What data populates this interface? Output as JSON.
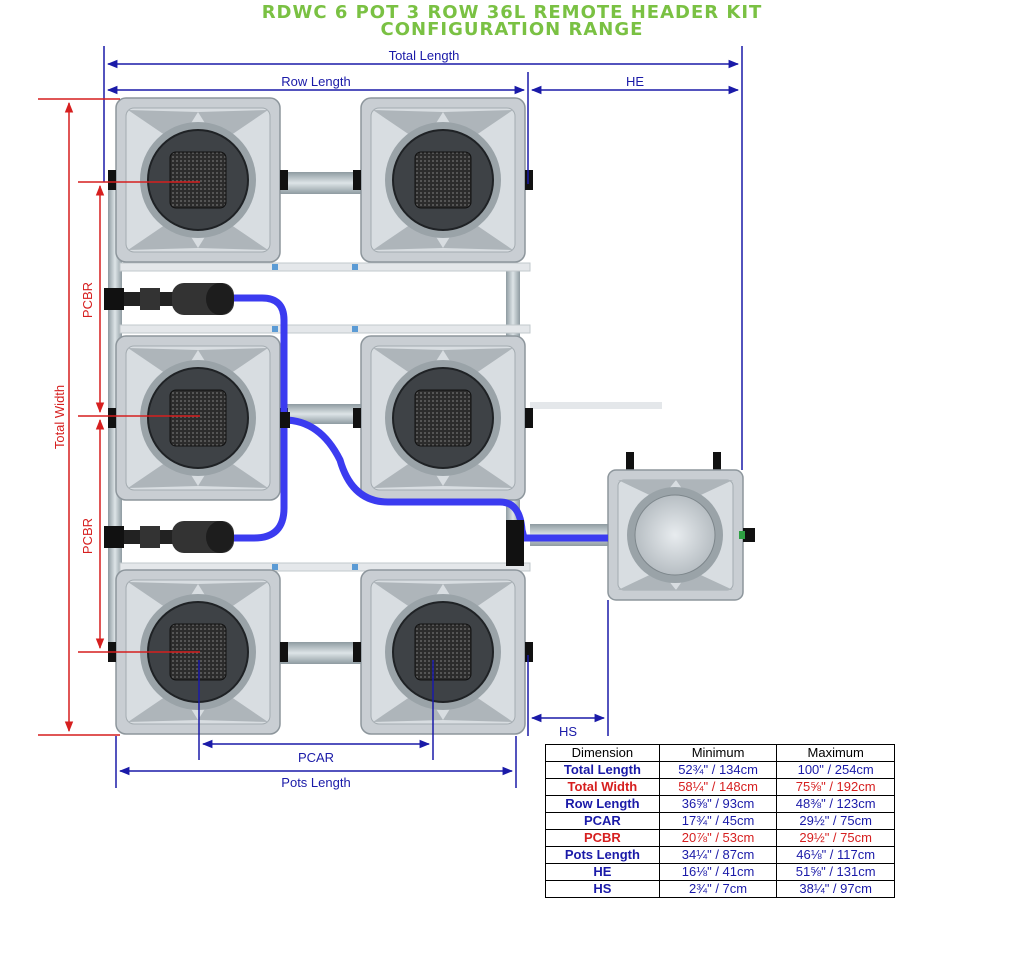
{
  "title": {
    "line1": "RDWC 6 POT 3 ROW 36L REMOTE HEADER KIT",
    "line2": "CONFIGURATION RANGE"
  },
  "labels": {
    "total_length": "Total Length",
    "row_length": "Row Length",
    "he": "HE",
    "total_width": "Total Width",
    "pcbr_top": "PCBR",
    "pcbr_bottom": "PCBR",
    "hs": "HS",
    "pcar": "PCAR",
    "pots_length": "Pots Length"
  },
  "colors": {
    "title": "#7ac143",
    "dimension_blue": "#1a1aa8",
    "dimension_red": "#d61f1f",
    "hose_blue": "#3b3bf0",
    "pot_grey": "#c9ced3",
    "pipe_grey": "#a8b3b8"
  },
  "table": {
    "headers": [
      "Dimension",
      "Minimum",
      "Maximum"
    ],
    "rows": [
      {
        "name": "Total Length",
        "min": "52¾\" / 134cm",
        "max": "100\" / 254cm",
        "color": "#1a1aa8"
      },
      {
        "name": "Total Width",
        "min": "58¼\" / 148cm",
        "max": "75⅝\" / 192cm",
        "color": "#d61f1f"
      },
      {
        "name": "Row Length",
        "min": "36⅝\" / 93cm",
        "max": "48⅜\" / 123cm",
        "color": "#1a1aa8"
      },
      {
        "name": "PCAR",
        "min": "17¾\" / 45cm",
        "max": "29½\" / 75cm",
        "color": "#1a1aa8"
      },
      {
        "name": "PCBR",
        "min": "20⅞\" / 53cm",
        "max": "29½\" / 75cm",
        "color": "#d61f1f"
      },
      {
        "name": "Pots Length",
        "min": "34¼\" / 87cm",
        "max": "46⅛\" / 117cm",
        "color": "#1a1aa8"
      },
      {
        "name": "HE",
        "min": "16⅛\" / 41cm",
        "max": "51⅝\" / 131cm",
        "color": "#1a1aa8"
      },
      {
        "name": "HS",
        "min": "2¾\" / 7cm",
        "max": "38¼\" / 97cm",
        "color": "#1a1aa8"
      }
    ]
  }
}
